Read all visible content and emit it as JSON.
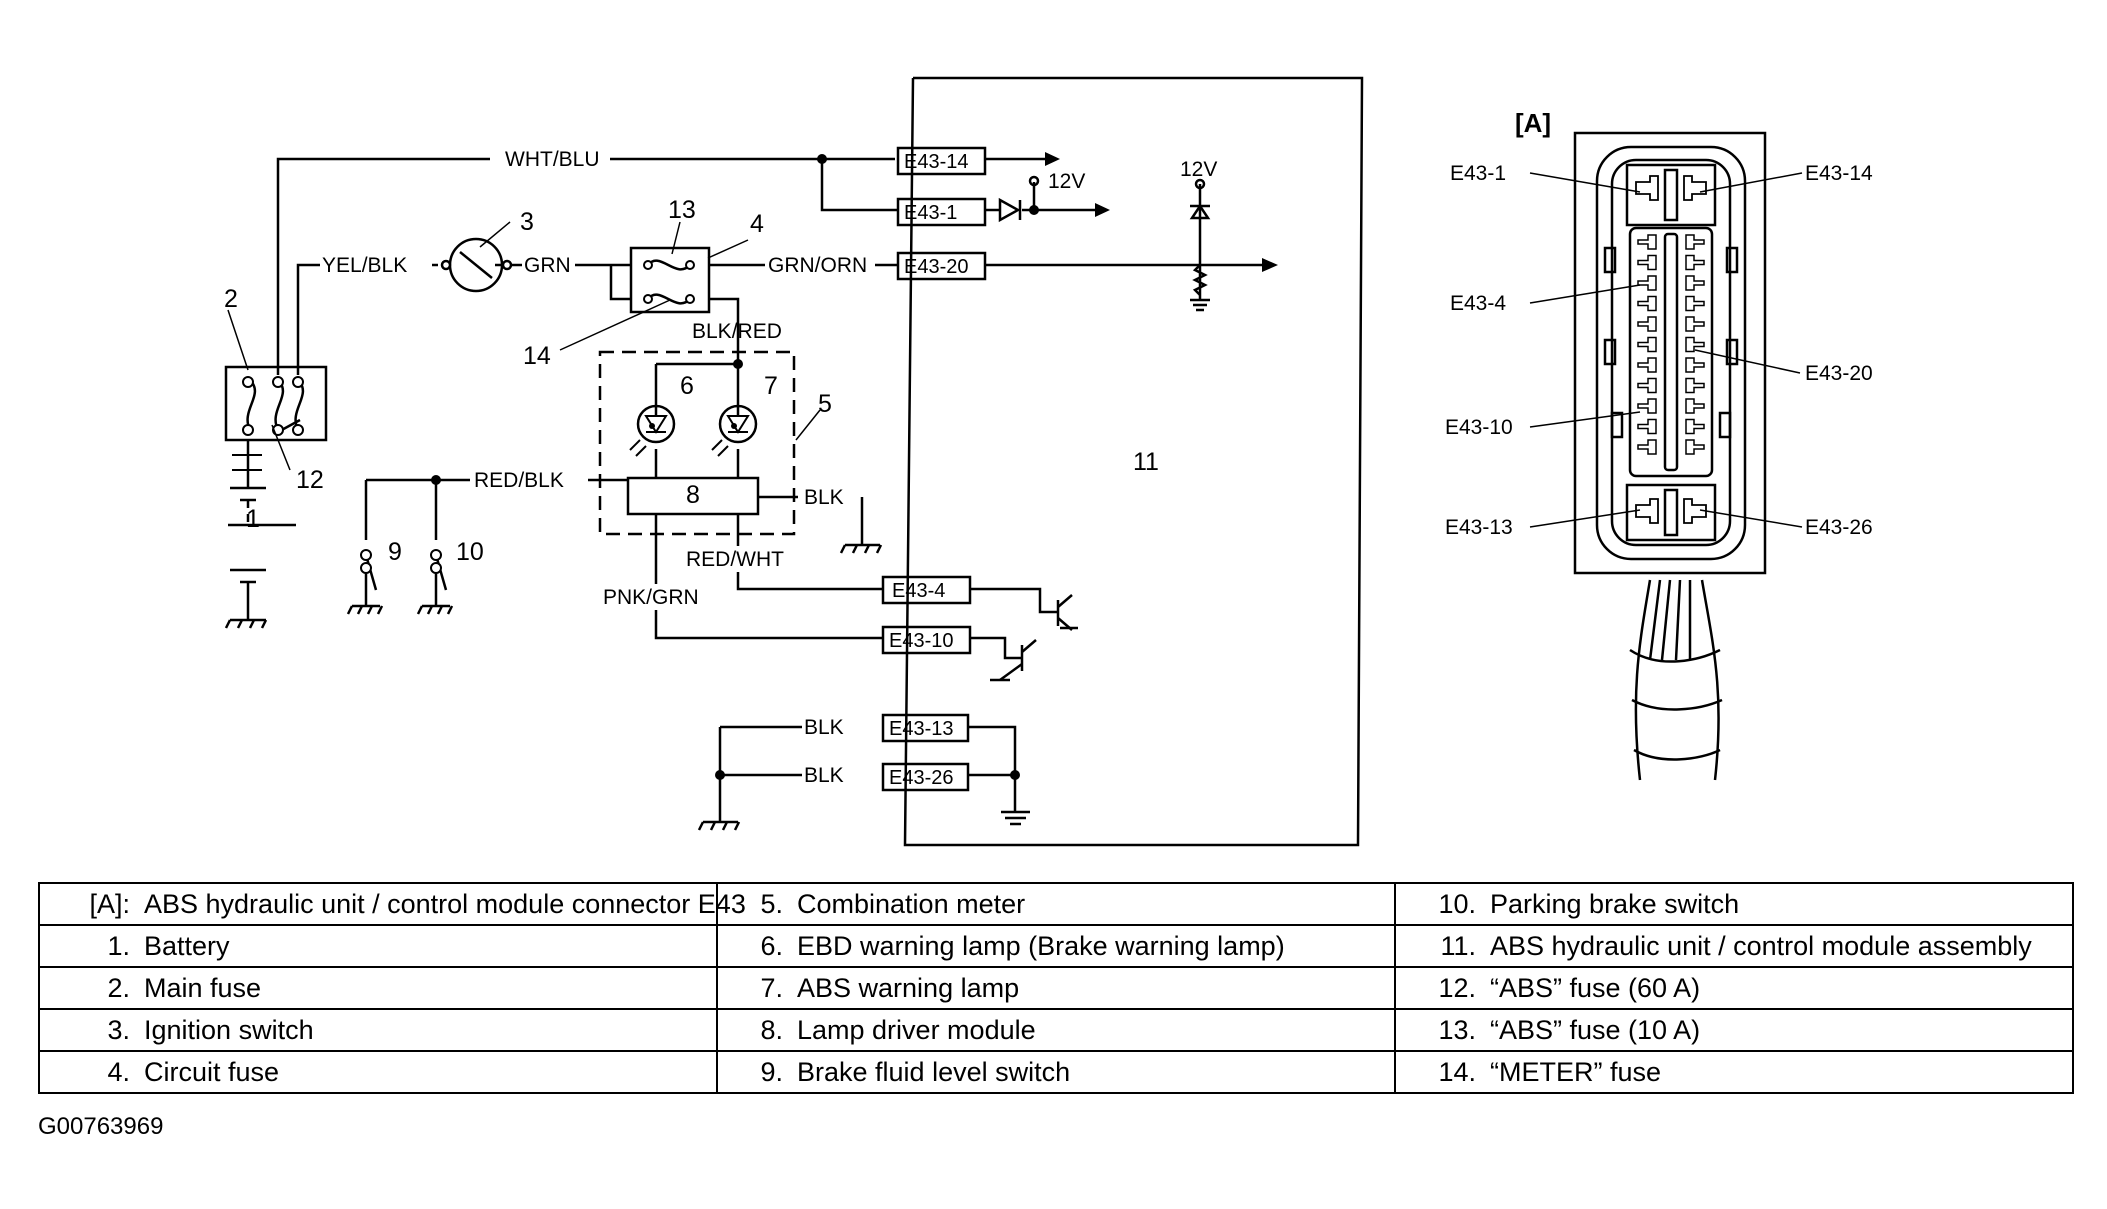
{
  "diagram": {
    "components": {
      "c1": "1",
      "c2": "2",
      "c3": "3",
      "c4": "4",
      "c5": "5",
      "c6": "6",
      "c7": "7",
      "c8": "8",
      "c9": "9",
      "c10": "10",
      "c11": "11",
      "c12": "12",
      "c13": "13",
      "c14": "14"
    },
    "wires": {
      "wht_blu": "WHT/BLU",
      "yel_blk": "YEL/BLK",
      "grn": "GRN",
      "grn_orn": "GRN/ORN",
      "blk_red": "BLK/RED",
      "red_blk": "RED/BLK",
      "blk_meter": "BLK",
      "red_wht": "RED/WHT",
      "pnk_grn": "PNK/GRN",
      "blk_13": "BLK",
      "blk_26": "BLK"
    },
    "voltage_1": "12V",
    "voltage_2": "12V",
    "terminals": {
      "t14": "E43-14",
      "t1": "E43-1",
      "t20": "E43-20",
      "t4": "E43-4",
      "t10": "E43-10",
      "t13": "E43-13",
      "t26": "E43-26"
    },
    "connector": {
      "title": "[A]",
      "labels": {
        "p1": "E43-1",
        "p14": "E43-14",
        "p4": "E43-4",
        "p20": "E43-20",
        "p10": "E43-10",
        "p13": "E43-13",
        "p26": "E43-26"
      }
    }
  },
  "legend": {
    "rows": [
      [
        {
          "num": "[A]:",
          "text": "ABS hydraulic unit / control module connector E43"
        },
        {
          "num": "5.",
          "text": "Combination meter"
        },
        {
          "num": "10.",
          "text": "Parking brake switch"
        }
      ],
      [
        {
          "num": "1.",
          "text": "Battery"
        },
        {
          "num": "6.",
          "text": "EBD warning lamp (Brake warning lamp)"
        },
        {
          "num": "11.",
          "text": "ABS hydraulic unit / control module assembly"
        }
      ],
      [
        {
          "num": "2.",
          "text": "Main fuse"
        },
        {
          "num": "7.",
          "text": "ABS warning lamp"
        },
        {
          "num": "12.",
          "text": "“ABS” fuse (60 A)"
        }
      ],
      [
        {
          "num": "3.",
          "text": "Ignition switch"
        },
        {
          "num": "8.",
          "text": "Lamp driver module"
        },
        {
          "num": "13.",
          "text": "“ABS” fuse (10 A)"
        }
      ],
      [
        {
          "num": "4.",
          "text": "Circuit fuse"
        },
        {
          "num": "9.",
          "text": "Brake fluid level switch"
        },
        {
          "num": "14.",
          "text": "“METER” fuse"
        }
      ]
    ]
  },
  "figure_id": "G00763969"
}
